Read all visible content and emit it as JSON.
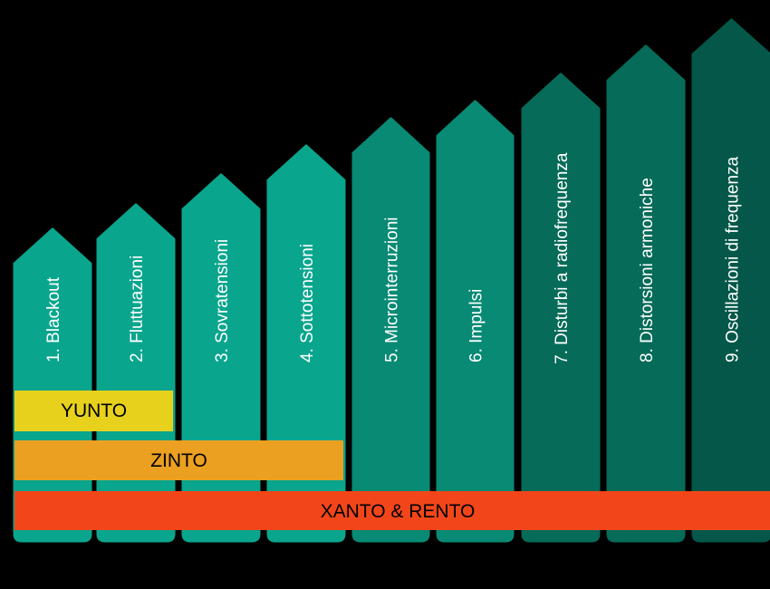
{
  "columns": [
    {
      "label": "1. Blackout",
      "color": "#0aa58d"
    },
    {
      "label": "2. Fluttuazioni",
      "color": "#0aa58d"
    },
    {
      "label": "3. Sovratensioni",
      "color": "#0aa58d"
    },
    {
      "label": "4. Sottotensioni",
      "color": "#0aa58d"
    },
    {
      "label": "5. Microinterruzioni",
      "color": "#088a74"
    },
    {
      "label": "6. Impulsi",
      "color": "#088a74"
    },
    {
      "label": "7. Disturbi a radiofrequenza",
      "color": "#066b58"
    },
    {
      "label": "8. Distorsioni armoniche",
      "color": "#066b58"
    },
    {
      "label": "9. Oscillazioni di frequenza",
      "color": "#055849"
    }
  ],
  "bands": [
    {
      "label": "YUNTO",
      "color": "#e8d11c",
      "covers": "1-2"
    },
    {
      "label": "ZINTO",
      "color": "#eba022",
      "covers": "1-4"
    },
    {
      "label": "XANTO & RENTO",
      "color": "#f2461a",
      "covers": "1-9"
    }
  ]
}
